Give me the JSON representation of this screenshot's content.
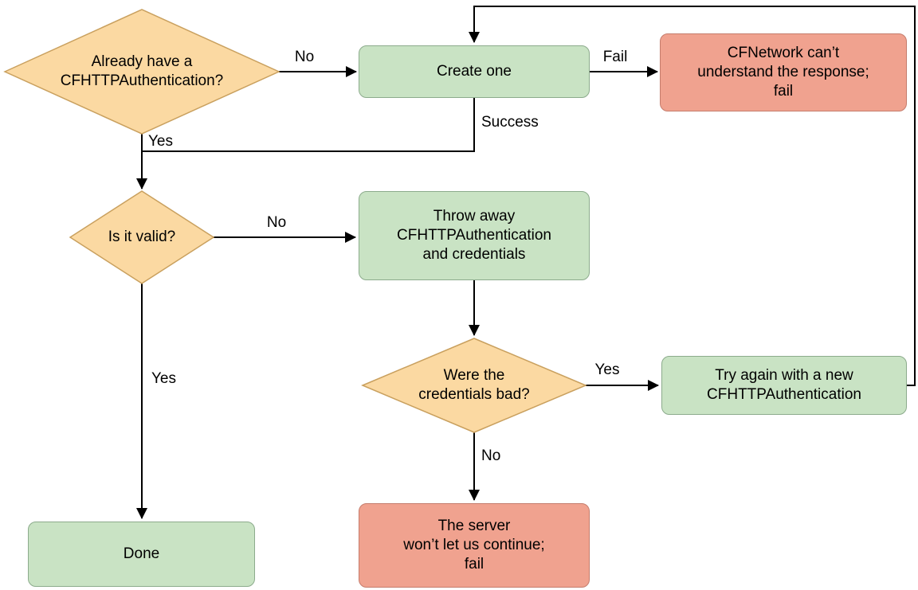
{
  "colors": {
    "background": "#ffffff",
    "decision_fill": "#fbd9a2",
    "decision_stroke": "#c9a05e",
    "process_fill": "#c9e3c4",
    "process_stroke": "#8cab8c",
    "fail_fill": "#f0a28f",
    "fail_stroke": "#c57c6c",
    "connector": "#000000",
    "text": "#000000"
  },
  "nodes": {
    "already_have_auth": "Already have a\nCFHTTPAuthentication?",
    "create_one": "Create one",
    "cfnetwork_fail": "CFNetwork can’t\nunderstand the response;\nfail",
    "is_it_valid": "Is it valid?",
    "throw_away": "Throw away\nCFHTTPAuthentication\nand credentials",
    "credentials_bad": "Were the\ncredentials bad?",
    "try_again": "Try again with a new\nCFHTTPAuthentication",
    "done": "Done",
    "server_fail": "The server\nwon’t let us continue;\nfail"
  },
  "edge_labels": {
    "no_to_create": "No",
    "fail_to_cfnetwork": "Fail",
    "success": "Success",
    "yes_to_valid": "Yes",
    "no_to_throw": "No",
    "yes_to_done": "Yes",
    "yes_to_retry": "Yes",
    "no_to_server": "No"
  }
}
